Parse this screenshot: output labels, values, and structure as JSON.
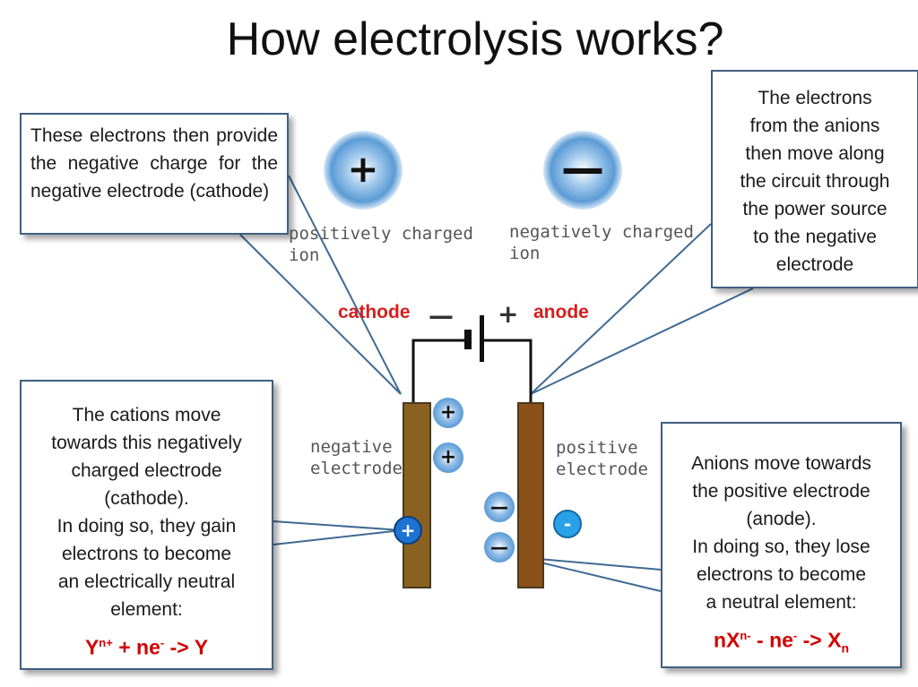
{
  "title": "How electrolysis works?",
  "callouts": {
    "top_left": {
      "lines": [
        "These electrons then provide the negative charge for the negative electrode (cathode)"
      ]
    },
    "top_right": {
      "lines": [
        "The electrons",
        "from the anions",
        "then move along",
        "the circuit through",
        "the power source",
        "to the negative",
        "electrode"
      ]
    },
    "middle_left": {
      "lines": [
        "The cations move",
        "towards this negatively",
        "charged electrode",
        "(cathode).",
        "In doing so, they gain",
        "electrons to become",
        "an electrically neutral",
        "element:"
      ],
      "eq": {
        "a": "Y",
        "a_sup": "n+",
        "b": " + ne",
        "b_sup": "-",
        "c": " -> Y"
      }
    },
    "bottom_right": {
      "lines": [
        "Anions move towards",
        "the positive electrode",
        "(anode).",
        "In doing so, they lose",
        "electrons to become",
        "a neutral element:"
      ],
      "eq": {
        "a": "nX",
        "a_sup": "n-",
        "b": " - ne",
        "b_sup": "-",
        "c": " -> X",
        "c_sub": "n"
      }
    }
  },
  "ion_legend": {
    "positive": {
      "symbol": "+",
      "label_1": "positively charged",
      "label_2": "ion"
    },
    "negative": {
      "symbol": "—",
      "label_1": "negatively charged",
      "label_2": "ion"
    }
  },
  "terminals": {
    "cathode": "cathode",
    "anode": "anode",
    "battery_minus": "—",
    "battery_plus": "+"
  },
  "electrodes": {
    "negative": {
      "label_1": "negative",
      "label_2": "electrode"
    },
    "positive": {
      "label_1": "positive",
      "label_2": "electrode"
    }
  },
  "ions": {
    "plus": "+",
    "minus": "—",
    "minus_small": "-"
  },
  "colors": {
    "callout_border": "#3f5f80",
    "connector_line": "#3f6a94",
    "terminal_text": "#d42020",
    "equation_text": "#d00000",
    "electrode_left": "#8b6120",
    "electrode_right": "#8a5218",
    "ion_ball": "#5b9bd5"
  }
}
